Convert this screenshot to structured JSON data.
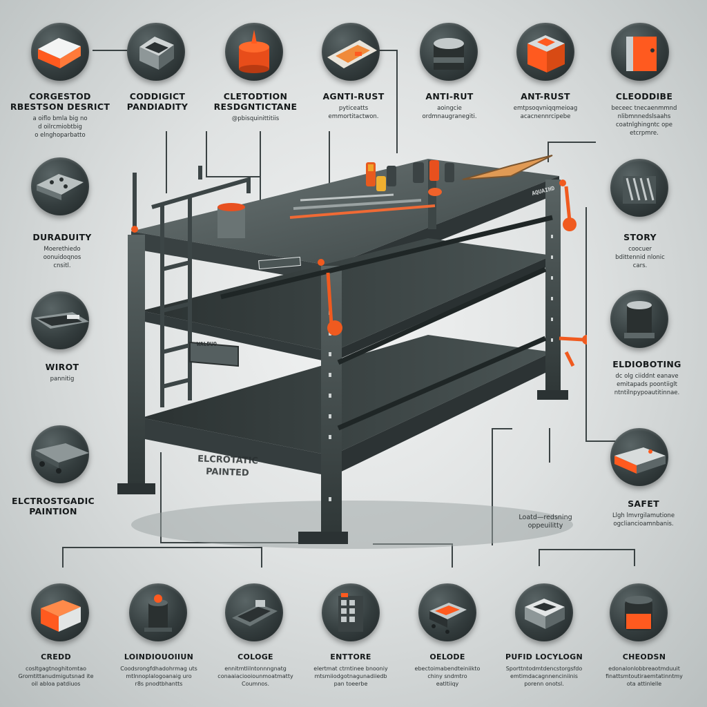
{
  "accent_color": "#ff5a1f",
  "badge_color": "#343d3e",
  "top_row": [
    {
      "title": "CORGESTOD\nRBESTSON DESRICT",
      "desc": "a oiflo bmla big no\nd oilrcmiobtbig\no elnghoparbatto",
      "icon": "block-icon"
    },
    {
      "title": "CODDIGICT\nPANDIADITY",
      "desc": "",
      "icon": "tray-icon"
    },
    {
      "title": "CLETODTION\nRESDGNTICTANE",
      "desc": "@pbisquinittitiis",
      "icon": "paint-can-icon"
    },
    {
      "title": "AGNTI-RUST",
      "desc": "pyticeatts\nemmortitactwon.",
      "icon": "tool-tray-icon"
    },
    {
      "title": "ANTI-RUT",
      "desc": "aoingcie\nordmnaugranegiti.",
      "icon": "container-icon"
    },
    {
      "title": "ANT-RUST",
      "desc": "emtpsoqvniqqmeioag\nacacnennrcipebe",
      "icon": "box-icon"
    },
    {
      "title": "CLEODDIBE",
      "desc": "beceec tnecaenmmnd\nnlibmnnedslsaahs\ncoatnlghingntc ope\netcrpmre.",
      "icon": "panel-icon"
    }
  ],
  "left_col": [
    {
      "title": "DURADUITY",
      "desc": "Moerethiedo\noonuidoqnos\ncnsitl.",
      "icon": "plate-icon"
    },
    {
      "title": "WIROT",
      "desc": "pannitig",
      "icon": "drawer-icon"
    },
    {
      "title": "ELCTROSTGADIC\nPAINTION",
      "desc": "",
      "icon": "cart-icon"
    }
  ],
  "right_col": [
    {
      "title": "STORY",
      "desc": "coocuer\nbdittennid nlonic\ncars.",
      "icon": "gear-rack-icon"
    },
    {
      "title": "ELDIOBOTING",
      "desc": "dc olg ciiddnt eanave\nemitapads poontiiglt\nntntilnpypoautitinnae.",
      "icon": "cylinder-icon"
    },
    {
      "title": "SAFET",
      "desc": "Llgh lmvrgilamutione\nogcliancioamnbanis.",
      "icon": "basin-icon"
    }
  ],
  "mid_desc": "Loatd—redsning\noppeuilitty",
  "bench_label": "ELCROTATIC\nPAINTED",
  "bench_side_tag": "AQUAIHD",
  "bench_drawer_tag": "WALDUO",
  "bottom_row": [
    {
      "title": "CREDD",
      "desc": "cosltgagtnoghitomtao\nGromtittanudmigutsnad ite\noil abloa patdiuos",
      "icon": "orange-block-icon"
    },
    {
      "title": "LOINDIOUOIIUN",
      "desc": "Coodsrongfdhadohrmag uts\nmtlnnoplalogoanaig uro\nr8s pnodtbhantts",
      "icon": "lamp-icon"
    },
    {
      "title": "COLOGE",
      "desc": "ennitmtlilntonnngnatg\nconaaiaciooiounmoatmatty\nCoumnos.",
      "icon": "bed-icon"
    },
    {
      "title": "ENTTORE",
      "desc": "elertmat ctrntinee bnooniy\nmtsmiiodgotnagunadiiedb\npan toeerbe",
      "icon": "rack-icon"
    },
    {
      "title": "OELODE",
      "desc": "ebectoimabendteiniikto\nchiny sndmtro\neatltiiqy",
      "icon": "tray-cart-icon"
    },
    {
      "title": "PUFID LOCYLOGN",
      "desc": "Sporttntodmtdencstorgsfdo\nemtimdacagnnenciniinis\nporenn onotsl.",
      "icon": "tub-icon"
    },
    {
      "title": "CHEODSN",
      "desc": "edonalonlobbreaotmduuit\nfinattsmtoutiraemtatinntmy\nota attinlelle",
      "icon": "jar-icon"
    }
  ]
}
